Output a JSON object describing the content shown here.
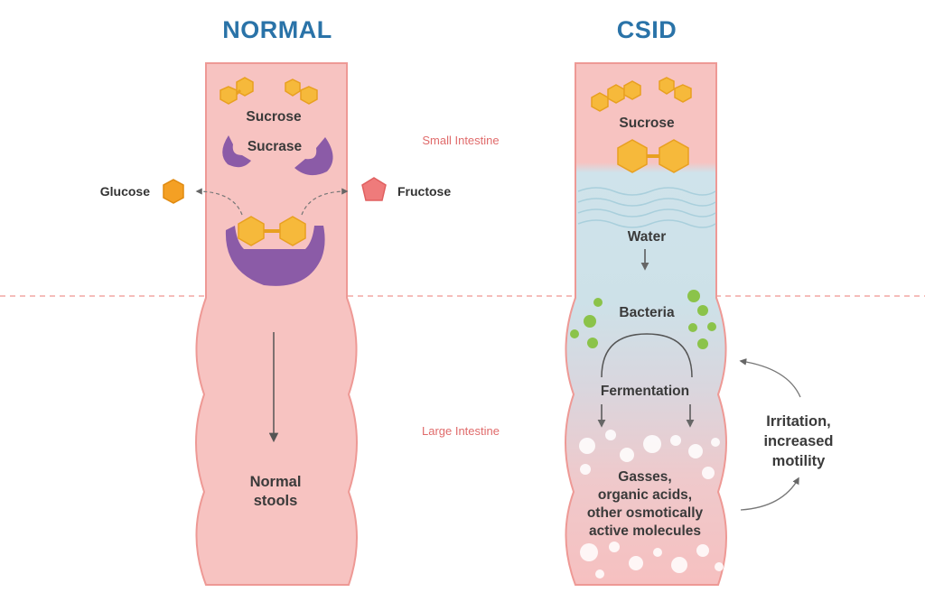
{
  "panels": {
    "normal": {
      "title": "NORMAL",
      "sucrose": "Sucrose",
      "sucrase": "Sucrase",
      "glucose": "Glucose",
      "fructose": "Fructose",
      "stools_line1": "Normal",
      "stools_line2": "stools"
    },
    "csid": {
      "title": "CSID",
      "sucrose": "Sucrose",
      "water": "Water",
      "bacteria": "Bacteria",
      "fermentation": "Fermentation",
      "products": [
        "Gasses,",
        "organic acids,",
        "other osmotically",
        "active molecules"
      ],
      "effect": [
        "Irritation,",
        "increased",
        "motility"
      ]
    }
  },
  "regions": {
    "small_intestine": "Small Intestine",
    "large_intestine": "Large Intestine"
  },
  "colors": {
    "title_blue": "#2a73a8",
    "intestine_pink": "#f7c3c1",
    "intestine_border": "#ee9995",
    "sugar_yellow": "#f6b93b",
    "sucrase_purple": "#8b5ba7",
    "glucose_orange": "#f4a024",
    "fructose_red": "#ef7b7b",
    "water_blue": "#cbe2ea",
    "bacteria_green": "#8bc34a",
    "region_label": "#e06b6b"
  }
}
